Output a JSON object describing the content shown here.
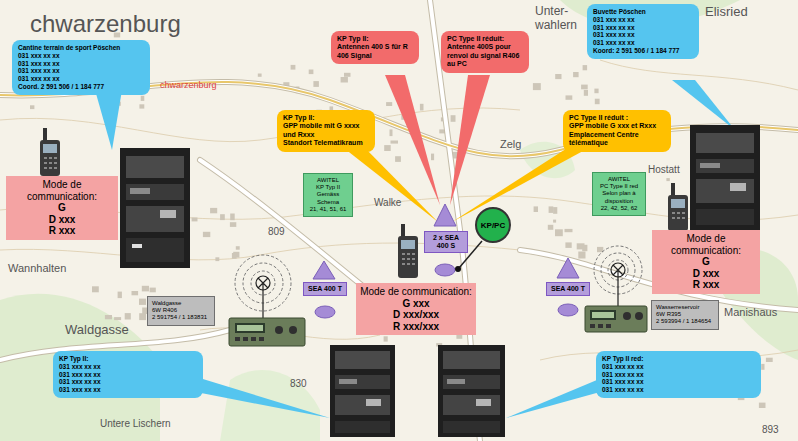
{
  "diagram": {
    "nodes": [
      {
        "text": [
          "Cantine terrain de sport Pöschen",
          "031 xxx xx xx",
          "031 xxx xx xx",
          "031 xxx xx xx",
          "031 xxx xx xx",
          "Coord. 2 591 506 / 1 184 777"
        ]
      },
      {
        "text": [
          "Mode de communication:",
          "G",
          "D xxx",
          "R xxx"
        ]
      },
      {
        "text": [
          "KP Typ II:",
          "Antennen 400 S für R 406 Signal"
        ]
      },
      {
        "text": [
          "PC Type II réduit:",
          "Antenne 400S pour renvoi du signal R406 au PC"
        ]
      },
      {
        "text": [
          "Buvette Pöschen",
          "031 xxx xx xx",
          "031 xxx xx xx",
          "031 xxx xx xx",
          "031 xxx xx xx",
          "Koord: 2 591 506 / 1 184 777"
        ]
      },
      {
        "text": [
          "KP Typ II:",
          "GPP mobile mit G xxxx und Rxxx",
          "Standort Telematikraum"
        ]
      },
      {
        "text": [
          "PC Type II réduit :",
          "GPP mobile G xxx et Rxxx",
          "Emplacement Centre télématique"
        ]
      },
      {
        "text": [
          "AWITEL",
          "KP Typ II",
          "Gemäss Schema",
          "21, 41, 51, 61"
        ]
      },
      {
        "text": [
          "AWITEL",
          "PC Type II red",
          "Selon plan à disposition",
          "22, 42, 52, 62"
        ]
      },
      {
        "text": [
          "2 x SEA 400 S"
        ]
      },
      {
        "text": [
          "KP/PC"
        ]
      },
      {
        "text": [
          "Mode de communication:",
          "G xxx",
          "D xxx/xxx",
          "R xxx/xxx"
        ]
      },
      {
        "text": [
          "Mode de communication:",
          "G",
          "D xxx",
          "R xxx"
        ]
      },
      {
        "text": [
          "SEA 400 T"
        ]
      },
      {
        "text": [
          "SEA 400 T"
        ]
      },
      {
        "text": [
          "Waldgasse",
          "6W R406",
          "2 591754 / 1 183831"
        ]
      },
      {
        "text": [
          "Wasserreservoir",
          "6W R395",
          "2 593994 / 1 184654"
        ]
      },
      {
        "text": [
          "KP Typ II:",
          "031 xxx xx xx",
          "031 xxx xx xx",
          "031 xxx xx xx",
          "031 xxx xx xx"
        ]
      },
      {
        "text": [
          "KP Typ II red:",
          "031 xxx xx xx",
          "031 xxx xx xx",
          "031 xxx xx xx",
          "031 xxx xx xx"
        ]
      }
    ],
    "labels": [
      "chwarzenburg",
      "chwarzenburg",
      "Unter-wahlern",
      "Elisried",
      "Zelg",
      "Walke",
      "809",
      "Hostatt",
      "Wannhalten",
      "Manishaus",
      "Waldgasse",
      "830",
      "Untere Lischern",
      "893"
    ]
  }
}
